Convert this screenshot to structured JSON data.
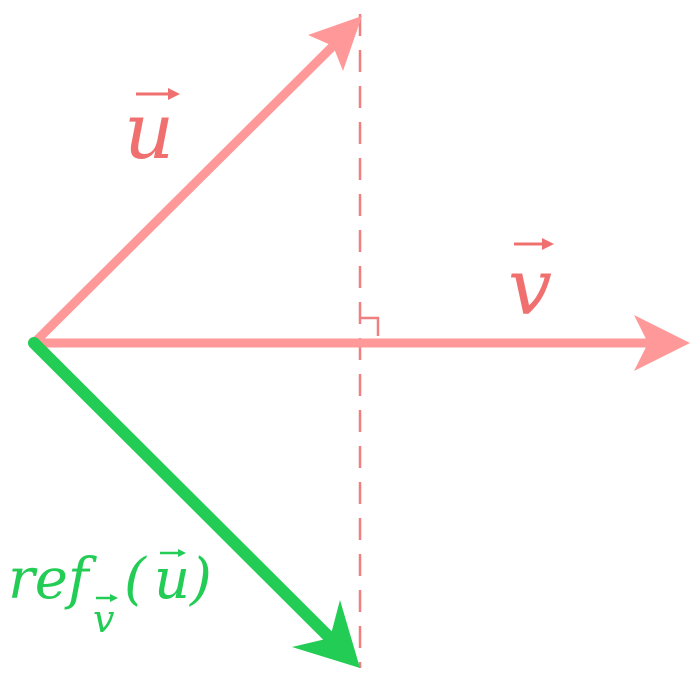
{
  "labels": {
    "u": "u",
    "v": "v",
    "ref_prefix": "ref",
    "ref_subscript": "v",
    "ref_open": "(",
    "ref_arg": "u",
    "ref_close": ")"
  },
  "colors": {
    "vector": "#ff9999",
    "vector_label": "#f07070",
    "reflection": "#22cc55",
    "dashed_line": "#f08080",
    "right_angle_mark": "#f08080"
  }
}
